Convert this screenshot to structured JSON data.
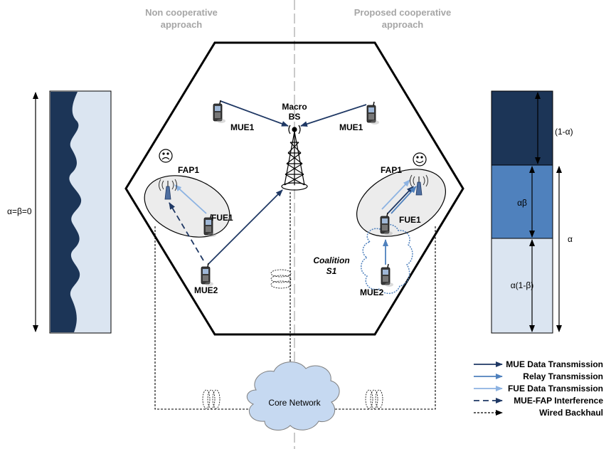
{
  "headers": {
    "left_line1": "Non cooperative",
    "left_line2": "approach",
    "right_line1": "Proposed cooperative",
    "right_line2": "approach"
  },
  "macro_bs": {
    "line1": "Macro",
    "line2": "BS"
  },
  "nodes": {
    "mue1_left": "MUE1",
    "mue1_right": "MUE1",
    "fap1_left": "FAP1",
    "fap1_right": "FAP1",
    "fue1_left": "FUE1",
    "fue1_right": "FUE1",
    "mue2_left": "MUE2",
    "mue2_right": "MUE2"
  },
  "coalition": {
    "line1": "Coalition",
    "line2": "S1"
  },
  "core_network": "Core Network",
  "left_bar": {
    "label": "α=β=0"
  },
  "right_bar": {
    "segment_top": "(1-α)",
    "segment_mid": "αβ",
    "segment_bottom": "α(1-β)",
    "alpha": "α"
  },
  "legend": [
    {
      "label": "MUE Data Transmission",
      "color": "#1f3864",
      "style": "solid"
    },
    {
      "label": "Relay Transmission",
      "color": "#4f81bd",
      "style": "solid"
    },
    {
      "label": "FUE Data Transmission",
      "color": "#8db3e2",
      "style": "solid"
    },
    {
      "label": "MUE-FAP Interference",
      "color": "#1f3864",
      "style": "dashed"
    },
    {
      "label": "Wired Backhaul",
      "color": "#000000",
      "style": "dotted"
    }
  ],
  "colors": {
    "dark_navy": "#1c3557",
    "mid_blue": "#4f81bd",
    "light_blue": "#dbe5f1",
    "cell_fill": "#f0f0f0",
    "cloud_fill": "#c6d9f1"
  }
}
